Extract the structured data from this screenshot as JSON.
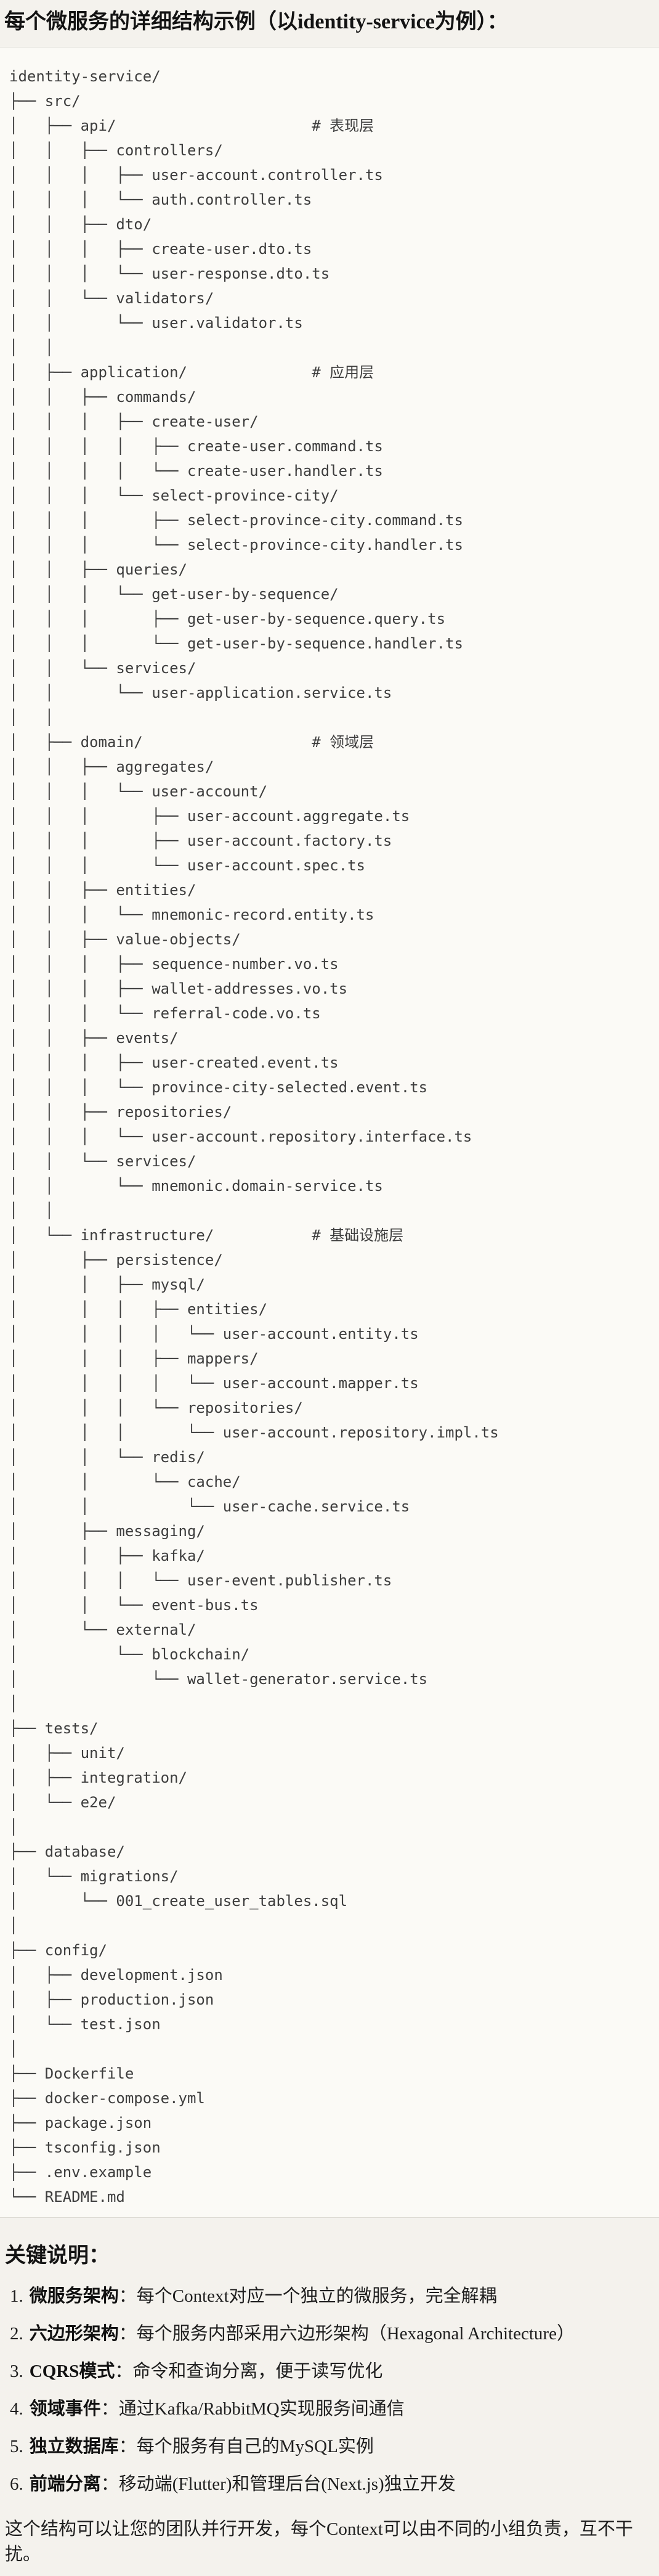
{
  "page": {
    "title": "每个微服务的详细结构示例（以identity-service为例）：",
    "notes_title": "关键说明：",
    "closing": "这个结构可以让您的团队并行开发，每个Context可以由不同的小组负责，互不干扰。"
  },
  "tree": {
    "lines": [
      "identity-service/",
      "├── src/",
      "│   ├── api/                      # 表现层",
      "│   │   ├── controllers/",
      "│   │   │   ├── user-account.controller.ts",
      "│   │   │   └── auth.controller.ts",
      "│   │   ├── dto/",
      "│   │   │   ├── create-user.dto.ts",
      "│   │   │   └── user-response.dto.ts",
      "│   │   └── validators/",
      "│   │       └── user.validator.ts",
      "│   │",
      "│   ├── application/              # 应用层",
      "│   │   ├── commands/",
      "│   │   │   ├── create-user/",
      "│   │   │   │   ├── create-user.command.ts",
      "│   │   │   │   └── create-user.handler.ts",
      "│   │   │   └── select-province-city/",
      "│   │   │       ├── select-province-city.command.ts",
      "│   │   │       └── select-province-city.handler.ts",
      "│   │   ├── queries/",
      "│   │   │   └── get-user-by-sequence/",
      "│   │   │       ├── get-user-by-sequence.query.ts",
      "│   │   │       └── get-user-by-sequence.handler.ts",
      "│   │   └── services/",
      "│   │       └── user-application.service.ts",
      "│   │",
      "│   ├── domain/                   # 领域层",
      "│   │   ├── aggregates/",
      "│   │   │   └── user-account/",
      "│   │   │       ├── user-account.aggregate.ts",
      "│   │   │       ├── user-account.factory.ts",
      "│   │   │       └── user-account.spec.ts",
      "│   │   ├── entities/",
      "│   │   │   └── mnemonic-record.entity.ts",
      "│   │   ├── value-objects/",
      "│   │   │   ├── sequence-number.vo.ts",
      "│   │   │   ├── wallet-addresses.vo.ts",
      "│   │   │   └── referral-code.vo.ts",
      "│   │   ├── events/",
      "│   │   │   ├── user-created.event.ts",
      "│   │   │   └── province-city-selected.event.ts",
      "│   │   ├── repositories/",
      "│   │   │   └── user-account.repository.interface.ts",
      "│   │   └── services/",
      "│   │       └── mnemonic.domain-service.ts",
      "│   │",
      "│   └── infrastructure/           # 基础设施层",
      "│       ├── persistence/",
      "│       │   ├── mysql/",
      "│       │   │   ├── entities/",
      "│       │   │   │   └── user-account.entity.ts",
      "│       │   │   ├── mappers/",
      "│       │   │   │   └── user-account.mapper.ts",
      "│       │   │   └── repositories/",
      "│       │   │       └── user-account.repository.impl.ts",
      "│       │   └── redis/",
      "│       │       └── cache/",
      "│       │           └── user-cache.service.ts",
      "│       ├── messaging/",
      "│       │   ├── kafka/",
      "│       │   │   └── user-event.publisher.ts",
      "│       │   └── event-bus.ts",
      "│       └── external/",
      "│           └── blockchain/",
      "│               └── wallet-generator.service.ts",
      "│",
      "├── tests/",
      "│   ├── unit/",
      "│   ├── integration/",
      "│   └── e2e/",
      "│",
      "├── database/",
      "│   └── migrations/",
      "│       └── 001_create_user_tables.sql",
      "│",
      "├── config/",
      "│   ├── development.json",
      "│   ├── production.json",
      "│   └── test.json",
      "│",
      "├── Dockerfile",
      "├── docker-compose.yml",
      "├── package.json",
      "├── tsconfig.json",
      "├── .env.example",
      "└── README.md"
    ]
  },
  "notes": [
    {
      "num": "1.",
      "term": "微服务架构",
      "text": "：每个Context对应一个独立的微服务，完全解耦"
    },
    {
      "num": "2.",
      "term": "六边形架构",
      "text": "：每个服务内部采用六边形架构（Hexagonal Architecture）"
    },
    {
      "num": "3.",
      "term": "CQRS模式",
      "text": "：命令和查询分离，便于读写优化"
    },
    {
      "num": "4.",
      "term": "领域事件",
      "text": "：通过Kafka/RabbitMQ实现服务间通信"
    },
    {
      "num": "5.",
      "term": "独立数据库",
      "text": "：每个服务有自己的MySQL实例"
    },
    {
      "num": "6.",
      "term": "前端分离",
      "text": "：移动端(Flutter)和管理后台(Next.js)独立开发"
    }
  ]
}
